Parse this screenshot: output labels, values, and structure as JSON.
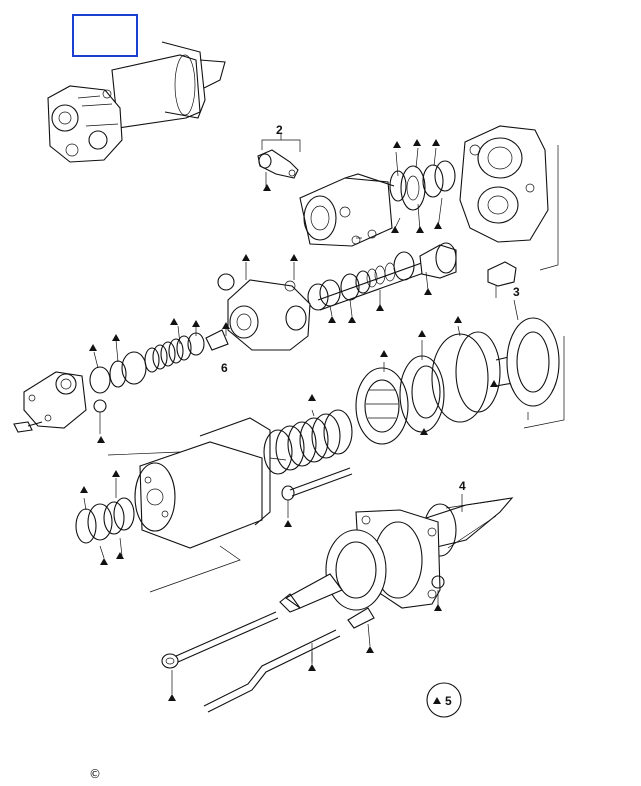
{
  "diagram": {
    "callouts": {
      "item2": "2",
      "item3": "3",
      "item4": "4",
      "item6": "6",
      "kit_note": "5"
    },
    "copyright_symbol": "©",
    "colors": {
      "line": "#111111",
      "highlight_box": "#1a3fd1",
      "background": "#ffffff"
    },
    "icons": [
      "triangle-marker-icon",
      "highlight-box"
    ]
  }
}
